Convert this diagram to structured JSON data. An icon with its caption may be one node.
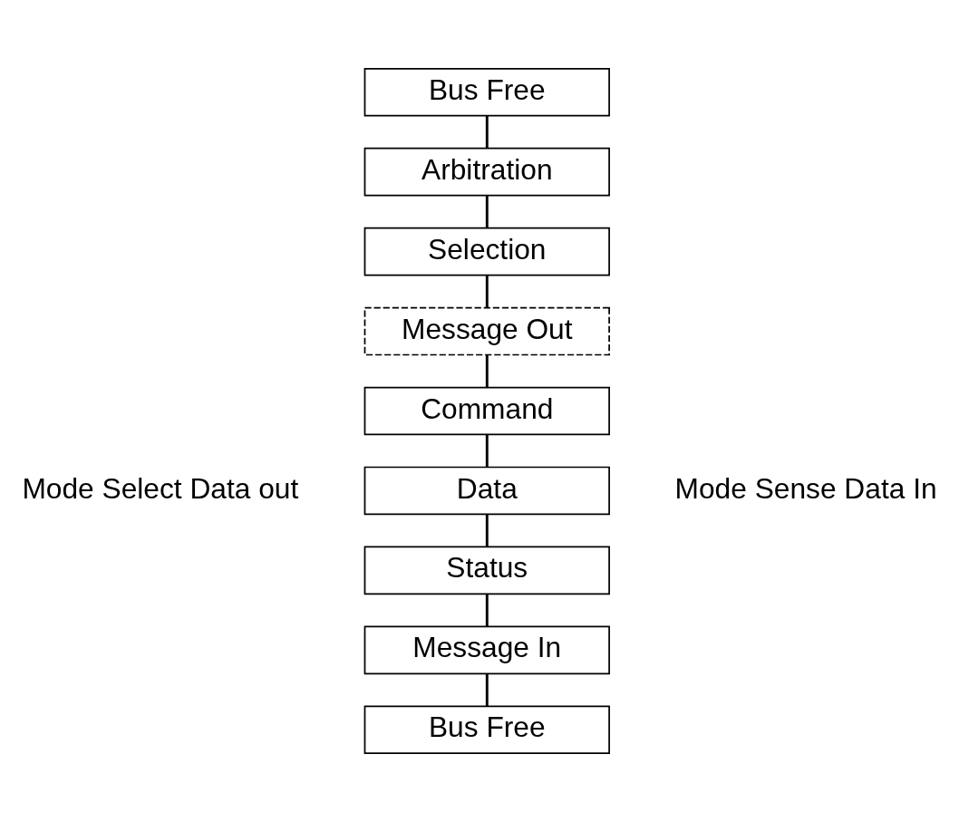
{
  "diagram": {
    "nodes": [
      {
        "text": [
          "Bus Free"
        ]
      },
      {
        "text": [
          "Arbitration"
        ]
      },
      {
        "text": [
          "Selection"
        ]
      },
      {
        "text": [
          "Message Out"
        ]
      },
      {
        "text": [
          "Command"
        ]
      },
      {
        "text": [
          "Data"
        ]
      },
      {
        "text": [
          "Status"
        ]
      },
      {
        "text": [
          "Message In"
        ]
      },
      {
        "text": [
          "Bus Free"
        ]
      }
    ],
    "edges": [
      {
        "from": 0,
        "to": 1,
        "arrow": "none"
      },
      {
        "from": 1,
        "to": 2,
        "arrow": "none"
      },
      {
        "from": 2,
        "to": 3,
        "arrow": "none"
      },
      {
        "from": 3,
        "to": 4,
        "arrow": "none"
      },
      {
        "from": 4,
        "to": 5,
        "arrow": "none"
      },
      {
        "from": 5,
        "to": 6,
        "arrow": "none"
      },
      {
        "from": 6,
        "to": 7,
        "arrow": "none"
      },
      {
        "from": 7,
        "to": 8,
        "arrow": "none"
      }
    ],
    "labels": [
      "Mode Select Data out",
      "Mode Sense Data In"
    ]
  }
}
